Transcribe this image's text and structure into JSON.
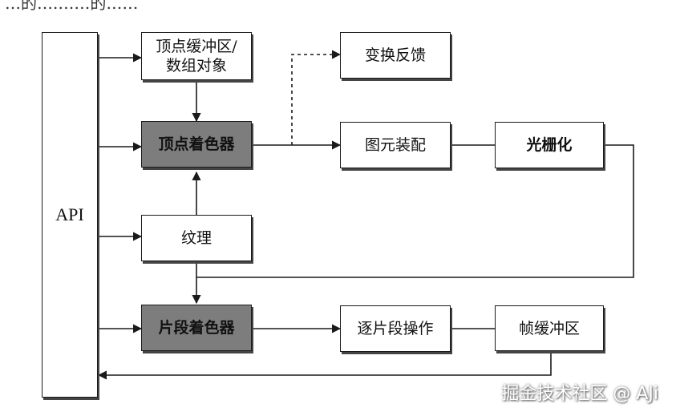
{
  "top_caption": "…的….……的……",
  "nodes": {
    "api": "API",
    "vertex_buffer": "顶点缓冲区/\n数组对象",
    "transform_feedback": "变换反馈",
    "vertex_shader": "顶点着色器",
    "primitive_assembly": "图元装配",
    "rasterization": "光栅化",
    "texture": "纹理",
    "fragment_shader": "片段着色器",
    "per_fragment_ops": "逐片段操作",
    "framebuffer": "帧缓冲区"
  },
  "watermark": "掘金技术社区 @ AJi",
  "colors": {
    "shaded_box": "#7d7d7d",
    "line": "#1a1a1a"
  }
}
